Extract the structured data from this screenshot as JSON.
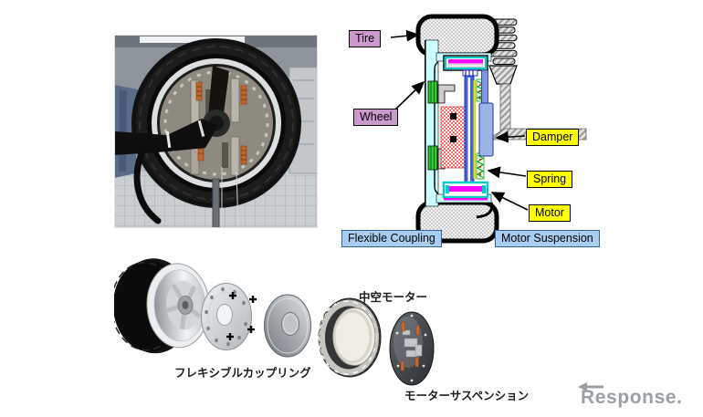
{
  "diagram": {
    "labels": {
      "tire": "Tire",
      "wheel": "Wheel",
      "damper": "Damper",
      "spring": "Spring",
      "motor": "Motor",
      "flexible_coupling": "Flexible Coupling",
      "motor_suspension": "Motor Suspension"
    },
    "colors": {
      "component_label_bg": "#cc99cc",
      "suspension_label_bg": "#ffff00",
      "system_label_bg": "#a9cdf0",
      "system_label_border": "#336699",
      "rim_cyan": "#ccffff",
      "motor_magenta": "#ff00ff",
      "damper_blue": "#9ab4e8",
      "spring_green": "#33cc33"
    }
  },
  "exploded_view": {
    "labels": {
      "hollow_motor": "中空モーター",
      "flexible_coupling": "フレキシブルカップリング",
      "motor_suspension": "モーターサスペンション"
    }
  },
  "watermark": {
    "text": "Response.",
    "color": "#9aa0a3"
  }
}
